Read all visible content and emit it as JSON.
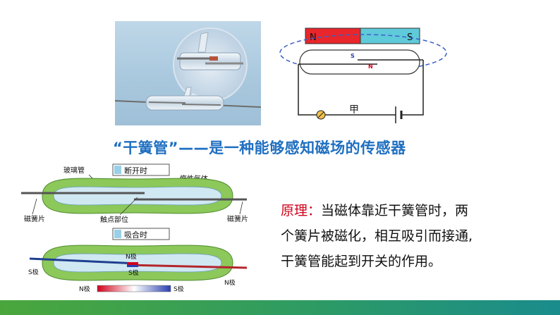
{
  "circuit": {
    "magnet_n": "N",
    "magnet_s": "S",
    "reed_s": "S",
    "reed_n": "N",
    "component": "甲",
    "colors": {
      "magnet_n": "#e8262b",
      "magnet_s": "#5fcad9"
    }
  },
  "title": "“干簧管”——是一种能够感知磁场的传感器",
  "diagram": {
    "open_state": "断开时",
    "closed_state": "吸合时",
    "label_glass_tube": "玻璃管",
    "label_inert_gas": "惰性气体",
    "label_contact": "触点部位",
    "label_reed_left": "磁簧片",
    "label_reed_right": "磁簧片",
    "pole_n_top": "N极",
    "pole_s_mid": "S极",
    "pole_s_left": "S极",
    "pole_n_right": "N极",
    "bar_n": "N极",
    "bar_s": "S极"
  },
  "principle": {
    "heading": "原理",
    "sep": "：",
    "line1": "当磁体靠近干簧管时，两",
    "line2": "个簧片被磁化，相互吸引而接通,",
    "line3": "干簧管能起到开关的作用。"
  }
}
